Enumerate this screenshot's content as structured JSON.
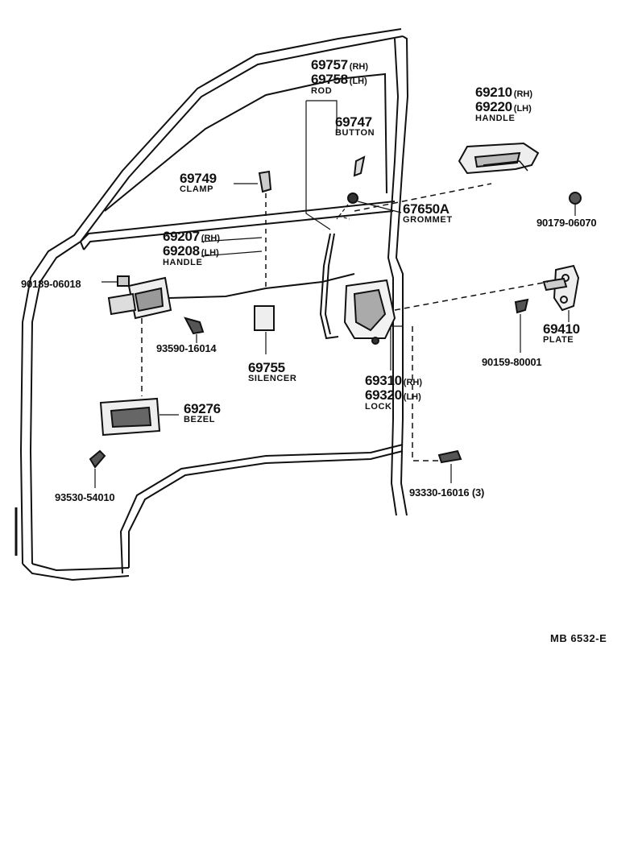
{
  "diagram_code": "MB  6532-E",
  "parts": {
    "rod": {
      "no1": "69757",
      "suf1": "(RH)",
      "no2": "69758",
      "suf2": "(LH)",
      "name": "ROD"
    },
    "button": {
      "no": "69747",
      "name": "BUTTON"
    },
    "clamp": {
      "no": "69749",
      "name": "CLAMP"
    },
    "grommet": {
      "no": "67650A",
      "name": "GROMMET"
    },
    "outer_handle": {
      "no1": "69210",
      "suf1": "(RH)",
      "no2": "69220",
      "suf2": "(LH)",
      "name": "HANDLE"
    },
    "inner_handle": {
      "no1": "69207",
      "suf1": "(RH)",
      "no2": "69208",
      "suf2": "(LH)",
      "name": "HANDLE"
    },
    "nut_90179": "90179-06070",
    "clip_90189": "90189-06018",
    "screw_93590": "93590-16014",
    "silencer": {
      "no": "69755",
      "name": "SILENCER"
    },
    "plate": {
      "no": "69410",
      "name": "PLATE"
    },
    "screw_90159": "90159-80001",
    "lock": {
      "no1": "69310",
      "suf1": "(RH)",
      "no2": "69320",
      "suf2": "(LH)",
      "name": "LOCK"
    },
    "bezel": {
      "no": "69276",
      "name": "BEZEL"
    },
    "screw_93530": "93530-54010",
    "screw_93330": "93330-16016 (3)"
  }
}
